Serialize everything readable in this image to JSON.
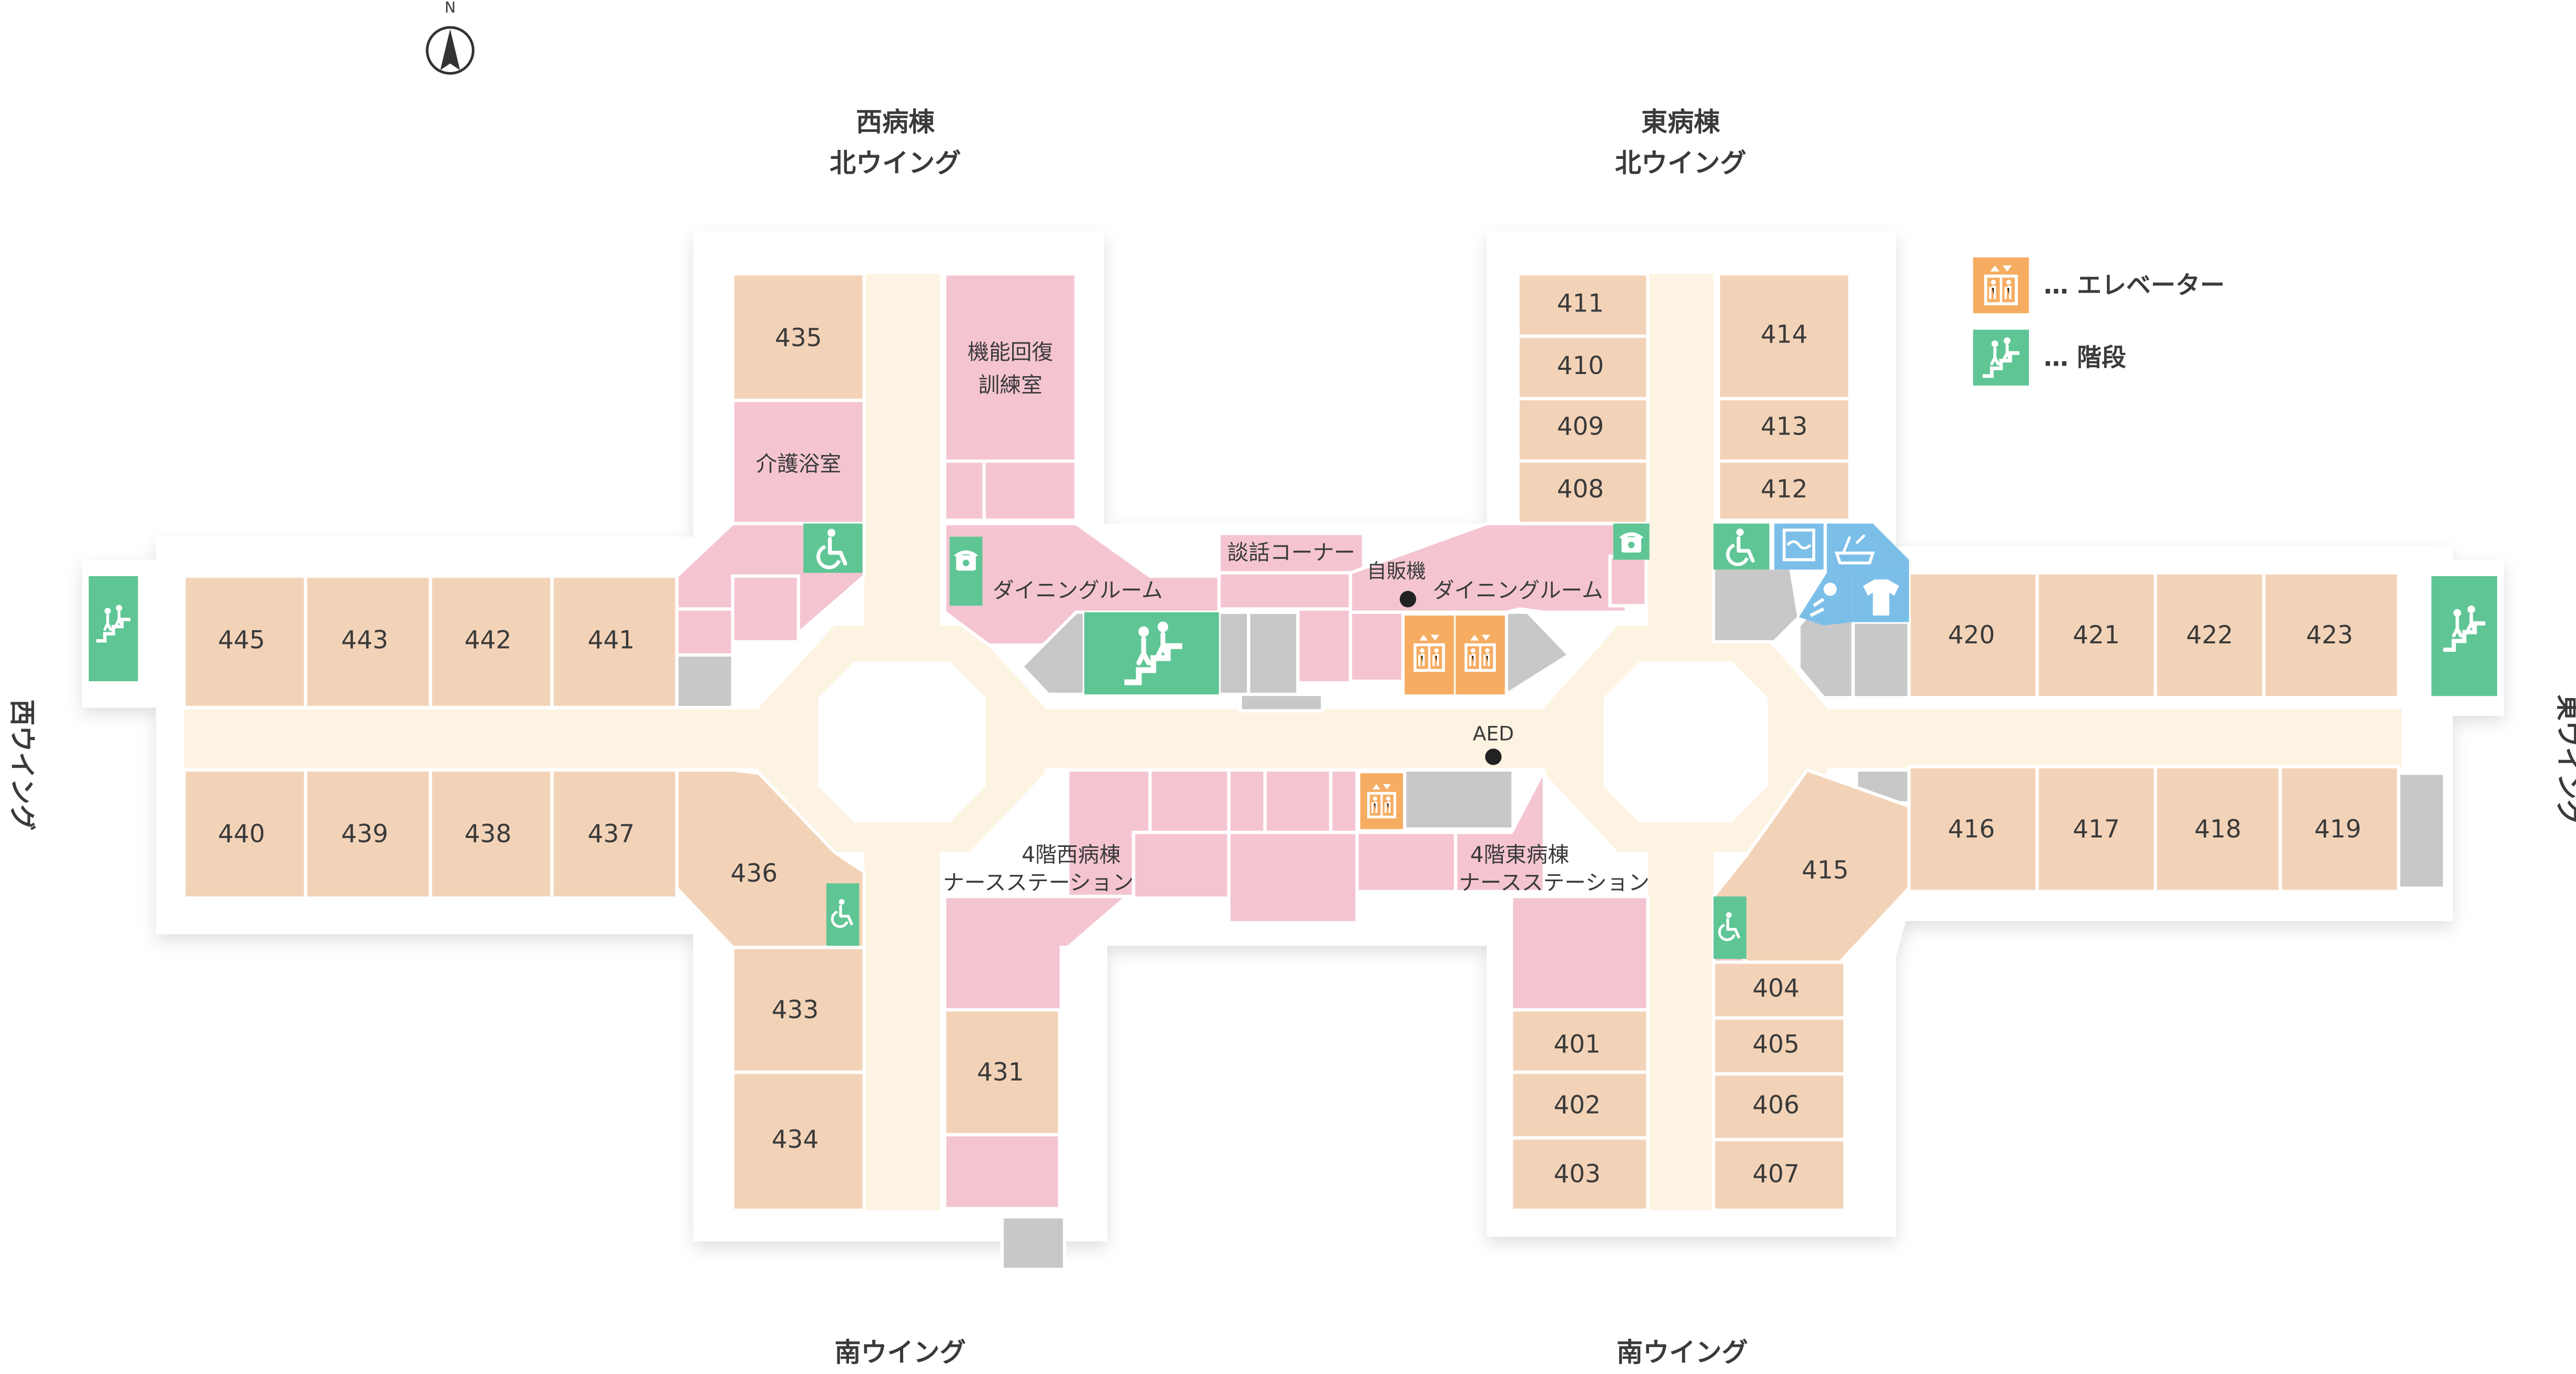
{
  "compass": {
    "label": "N"
  },
  "wings": {
    "west_north": [
      "西病棟",
      "北ウイング"
    ],
    "east_north": [
      "東病棟",
      "北ウイング"
    ],
    "west_south": "南ウイング",
    "east_south": "南ウイング",
    "west": "西ウイング",
    "east": "東ウイング"
  },
  "legend": {
    "elevator": "… エレベーター",
    "stairs": "… 階段"
  },
  "rooms": {
    "r435": "435",
    "r433": "433",
    "r434": "434",
    "r431": "431",
    "r436": "436",
    "r445": "445",
    "r443": "443",
    "r442": "442",
    "r441": "441",
    "r440": "440",
    "r439": "439",
    "r438": "438",
    "r437": "437",
    "r411": "411",
    "r410": "410",
    "r409": "409",
    "r408": "408",
    "r414": "414",
    "r413": "413",
    "r412": "412",
    "r420": "420",
    "r421": "421",
    "r422": "422",
    "r423": "423",
    "r416": "416",
    "r417": "417",
    "r418": "418",
    "r419": "419",
    "r415": "415",
    "r404": "404",
    "r405": "405",
    "r406": "406",
    "r407": "407",
    "r401": "401",
    "r402": "402",
    "r403": "403"
  },
  "facilities": {
    "rehab_room": [
      "機能回復",
      "訓練室"
    ],
    "care_bath": "介護浴室",
    "dining_west": "ダイニングルーム",
    "dining_east": "ダイニングルーム",
    "lounge": "談話コーナー",
    "vending": "自販機",
    "aed": "AED",
    "ns_west": [
      "4階西病棟",
      "ナースステーション"
    ],
    "ns_east": [
      "4階東病棟",
      "ナースステーション"
    ]
  },
  "icons": {
    "wheelchair": "wheelchair-toilet-icon",
    "phone": "phone-icon",
    "elevator": "elevator-icon",
    "stairs": "stairs-icon",
    "washing": "washing-icon",
    "shirt": "laundry-shirt-icon",
    "shower": "shower-icon",
    "bath": "bath-icon"
  },
  "colors": {
    "patient_room": "#f3d3b8",
    "staff_area": "#f4c5d1",
    "corridor": "#fdf3e2",
    "utility": "#c8c8c8",
    "stairs": "#5fc595",
    "elevator": "#f6ad62",
    "laundry": "#7bbfe9",
    "text": "#3a3a3a"
  }
}
